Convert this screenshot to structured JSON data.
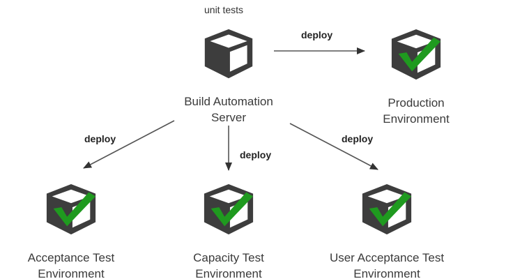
{
  "annotation": "unit tests",
  "colors": {
    "cube_dark": "#3d3d3d",
    "cube_face": "#ffffff",
    "check": "#1f9a1f",
    "arrow": "#555555"
  },
  "nodes": {
    "build": {
      "line1": "Build Automation",
      "line2": "Server",
      "icon": "cube-icon",
      "has_check": false
    },
    "production": {
      "line1": "Production",
      "line2": "Environment",
      "icon": "cube-check-icon",
      "has_check": true
    },
    "acceptance": {
      "line1": "Acceptance Test",
      "line2": "Environment",
      "icon": "cube-check-icon",
      "has_check": true
    },
    "capacity": {
      "line1": "Capacity Test",
      "line2": "Environment",
      "icon": "cube-check-icon",
      "has_check": true
    },
    "uat": {
      "line1": "User Acceptance Test",
      "line2": "Environment",
      "icon": "cube-check-icon",
      "has_check": true
    }
  },
  "edges": {
    "to_production": "deploy",
    "to_acceptance": "deploy",
    "to_capacity": "deploy",
    "to_uat": "deploy"
  }
}
